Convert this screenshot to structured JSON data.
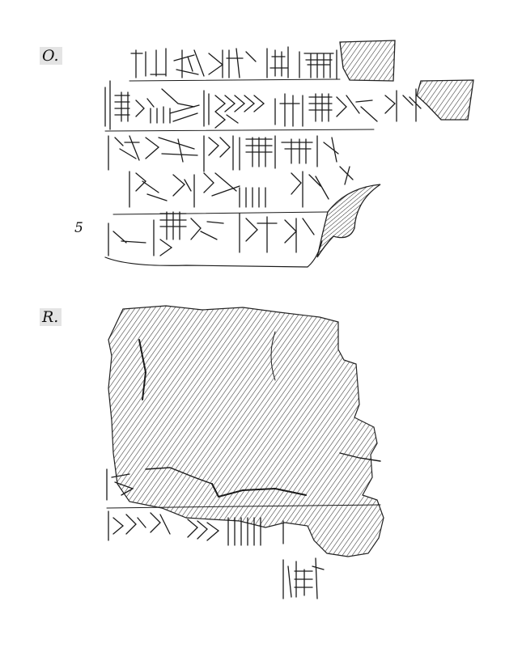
{
  "faces": {
    "obverse_label": "O.",
    "reverse_label": "R."
  },
  "line_numbers": [
    "5"
  ]
}
